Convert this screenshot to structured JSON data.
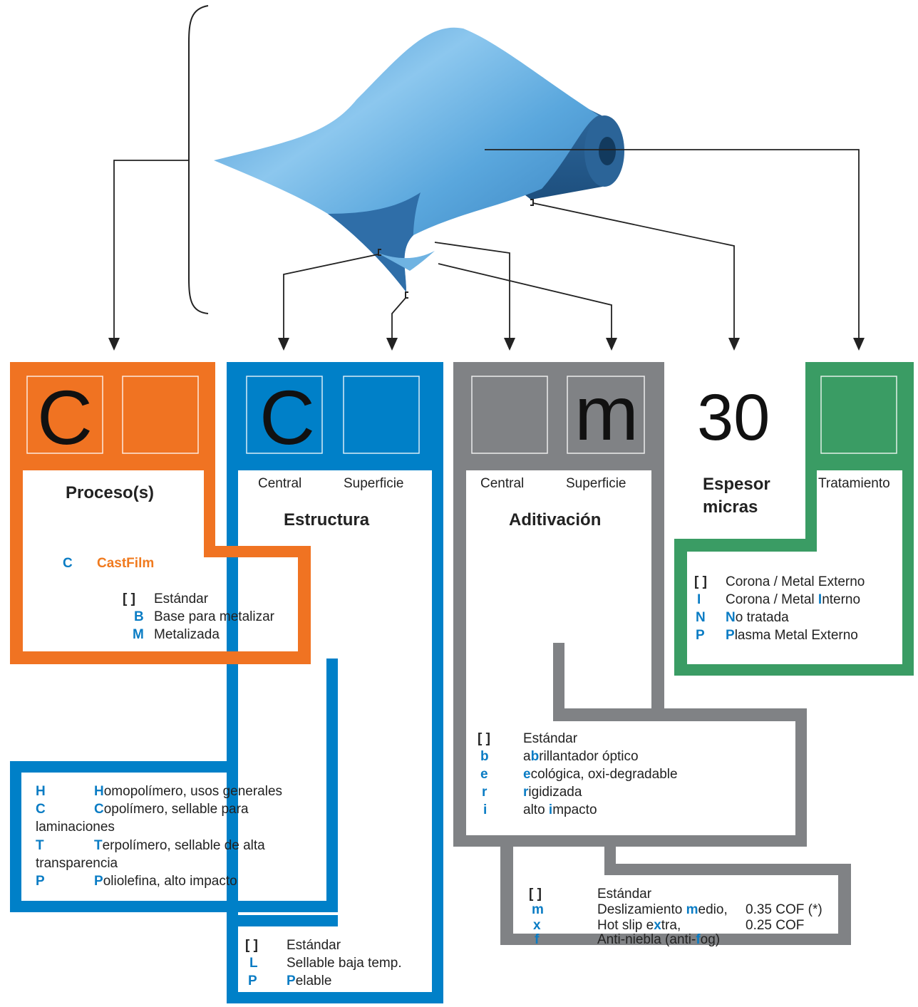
{
  "colors": {
    "orange": "#f07322",
    "blue": "#0080c8",
    "gray": "#808285",
    "green": "#3a9c64",
    "accent_blue": "#0a7cc4",
    "accent_orange": "#f07a1e"
  },
  "proceso": {
    "code_value": "C",
    "title": "Proceso(s)",
    "code": "C",
    "name": "CastFilm",
    "options": [
      {
        "code": "[ ]",
        "label": "Estándar"
      },
      {
        "code": "B",
        "label": "Base para metalizar"
      },
      {
        "code": "M",
        "label": "Metalizada"
      }
    ]
  },
  "estructura": {
    "code_value": "C",
    "col_central": "Central",
    "col_superficie": "Superficie",
    "title": "Estructura",
    "central_options": [
      {
        "code": "H",
        "hl": "H",
        "rest": "omopolímero, usos generales",
        "line2": ""
      },
      {
        "code": "C",
        "hl": "C",
        "rest": "opolímero, sellable para",
        "line2": "laminaciones"
      },
      {
        "code": "T",
        "hl": "T",
        "rest": "erpolímero, sellable de alta",
        "line2": "transparencia"
      },
      {
        "code": "P",
        "hl": "P",
        "rest": "oliolefina, alto impacto",
        "line2": ""
      }
    ],
    "surface_options": [
      {
        "code": "[ ]",
        "hl": "",
        "rest": "Estándar"
      },
      {
        "code": "L",
        "hl": "",
        "rest": "Sellable baja temp."
      },
      {
        "code": "P",
        "hl": "P",
        "rest": "elable"
      }
    ]
  },
  "aditivacion": {
    "code_value": "m",
    "col_central": "Central",
    "col_superficie": "Superficie",
    "title": "Aditivación",
    "central_options": [
      {
        "code": "[ ]",
        "pre": "",
        "hl": "",
        "post": "Estándar"
      },
      {
        "code": "b",
        "pre": "a",
        "hl": "b",
        "post": "rillantador óptico"
      },
      {
        "code": "e",
        "pre": "",
        "hl": "e",
        "post": "cológica, oxi-degradable"
      },
      {
        "code": "r",
        "pre": "",
        "hl": "r",
        "post": "igidizada"
      },
      {
        "code": "i",
        "pre": "alto ",
        "hl": "i",
        "post": "mpacto"
      }
    ],
    "surface_options": [
      {
        "code": "[ ]",
        "pre": "Estándar",
        "hl": "",
        "post": "",
        "cof": ""
      },
      {
        "code": "m",
        "pre": "Deslizamiento ",
        "hl": "m",
        "post": "edio,",
        "cof": "0.35 COF (*)"
      },
      {
        "code": "x",
        "pre": "Hot slip e",
        "hl": "x",
        "post": "tra,",
        "cof": "0.25 COF"
      },
      {
        "code": "f",
        "pre": "Anti-niebla (anti-",
        "hl": "f",
        "post": "og)",
        "cof": ""
      }
    ]
  },
  "espesor": {
    "value": "30",
    "title_line1": "Espesor",
    "title_line2": "micras"
  },
  "tratamiento": {
    "title": "Tratamiento",
    "options": [
      {
        "code": "[ ]",
        "pre": "Corona / Metal Externo",
        "hl": "",
        "post": ""
      },
      {
        "code": "I",
        "pre": "Corona / Metal ",
        "hl": "I",
        "post": "nterno"
      },
      {
        "code": "N",
        "pre": "",
        "hl": "N",
        "post": "o tratada"
      },
      {
        "code": "P",
        "pre": "",
        "hl": "P",
        "post": "lasma Metal Externo"
      }
    ]
  }
}
